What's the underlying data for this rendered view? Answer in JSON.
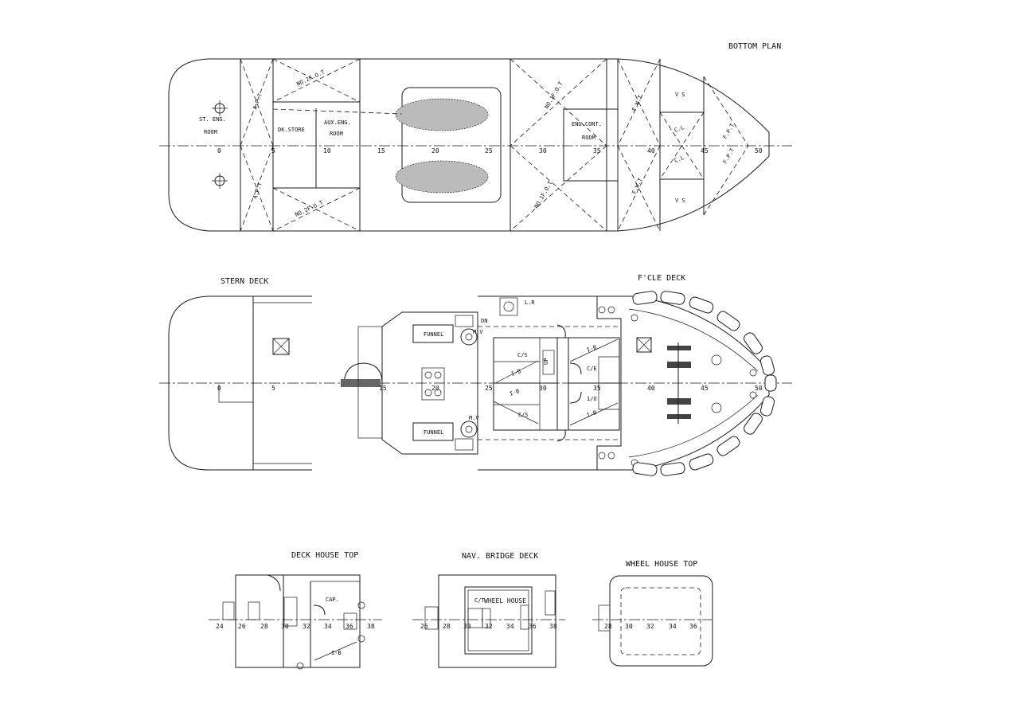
{
  "views": {
    "bottom_plan": {
      "title": "BOTTOM PLAN",
      "compartments": {
        "st_eng_room": [
          "ST. ENG.",
          "ROOM"
        ],
        "apt_1": "A.P.T",
        "apt_2": "A.P.T",
        "no2_fot_1": "NO.2F.O.T",
        "no2_fot_2": "NO.2F.O.T",
        "dk_store": "DK.STORE",
        "aux_eng_room": [
          "AUX.ENG.",
          "ROOM"
        ],
        "no1_fot_1": "NO.1F.O.T",
        "no1_fot_2": "NO.1F.O.T",
        "eng_cont_room": [
          "ENG.CONT.",
          "ROOM"
        ],
        "fwt_1": "F.W.T",
        "fwt_2": "F.W.T",
        "vs_1": "V S",
        "vs_2": "V S",
        "cl_1": "C.L",
        "cl_2": "C.L",
        "fpt_1": "F.P.T",
        "fpt_2": "F.P.T"
      },
      "frames": [
        "0",
        "5",
        "10",
        "15",
        "20",
        "25",
        "30",
        "35",
        "40",
        "45",
        "50"
      ]
    },
    "main_deck": {
      "stern_title": "STERN DECK",
      "fcle_title": "F'CLE DECK",
      "labels": {
        "funnel_1": "FUNNEL",
        "funnel_2": "FUNNEL",
        "mv_1": "M.V",
        "mv_2": "M.V",
        "dn": "DN",
        "lr": "L.R",
        "cs_1": "C/S",
        "cs_2": "C/S",
        "ib_1": "I-B",
        "ib_2": "I-B",
        "ib_3": "I-B",
        "ib_4": "I-B",
        "ce": "C/E",
        "io": "1/O",
        "up": "UP"
      },
      "frames": [
        "0",
        "5",
        "15",
        "20",
        "25",
        "30",
        "35",
        "40",
        "45",
        "50"
      ]
    },
    "deck_house_top": {
      "title": "DECK HOUSE TOP",
      "labels": {
        "cap": "CAP.",
        "lb": "I-B"
      },
      "frames": [
        "24",
        "26",
        "28",
        "30",
        "32",
        "34",
        "36",
        "38"
      ]
    },
    "nav_bridge_deck": {
      "title": "NAV. BRIDGE DECK",
      "labels": {
        "wheel_house": "WHEEL HOUSE",
        "ct": "C/T"
      },
      "frames": [
        "26",
        "28",
        "30",
        "32",
        "34",
        "36",
        "38"
      ]
    },
    "wheel_house_top": {
      "title": "WHEEL HOUSE TOP",
      "frames": [
        "28",
        "30",
        "32",
        "34",
        "36"
      ]
    }
  }
}
